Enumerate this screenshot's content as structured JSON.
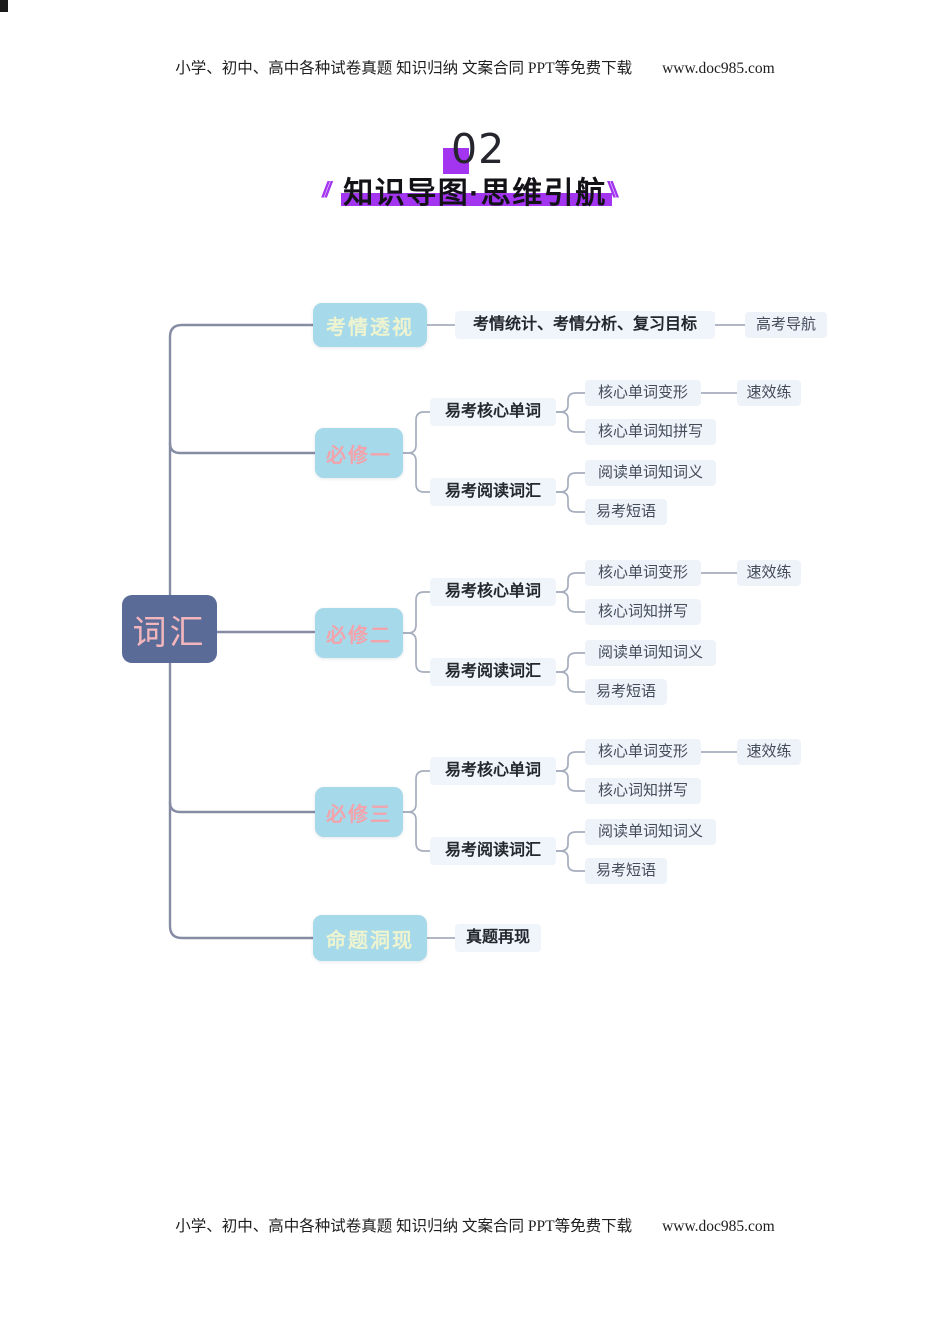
{
  "header": {
    "text": "小学、初中、高中各种试卷真题  知识归纳  文案合同  PPT等免费下载",
    "url": "www.doc985.com"
  },
  "footer": {
    "text": "小学、初中、高中各种试卷真题  知识归纳  文案合同  PPT等免费下载",
    "url": "www.doc985.com"
  },
  "section": {
    "number": "02",
    "title": "知识导图·思维引航",
    "accent_color": "#a335f1"
  },
  "mindmap": {
    "root": {
      "label": "词汇",
      "bg_color": "#5b6b97",
      "text_color": "#f3b6bd"
    },
    "branch_bg_color": "#a6d9e9",
    "main_line_color": "#858ca4",
    "sub_line_color": "#a6adbd",
    "exam_branch": {
      "label": "考情透视",
      "child": "考情统计、考情分析、复习目标",
      "grandchild": "高考导航"
    },
    "modules": [
      {
        "label": "必修一",
        "core": "易考核心单词",
        "core_children": [
          "核心单词变形",
          "核心单词知拼写"
        ],
        "core_leaf": "速效练",
        "read": "易考阅读词汇",
        "read_children": [
          "阅读单词知词义",
          "易考短语"
        ]
      },
      {
        "label": "必修二",
        "core": "易考核心单词",
        "core_children": [
          "核心单词变形",
          "核心词知拼写"
        ],
        "core_leaf": "速效练",
        "read": "易考阅读词汇",
        "read_children": [
          "阅读单词知词义",
          "易考短语"
        ]
      },
      {
        "label": "必修三",
        "core": "易考核心单词",
        "core_children": [
          "核心单词变形",
          "核心词知拼写"
        ],
        "core_leaf": "速效练",
        "read": "易考阅读词汇",
        "read_children": [
          "阅读单词知词义",
          "易考短语"
        ]
      }
    ],
    "proposition_branch": {
      "label": "命题洞现",
      "child": "真题再现"
    }
  }
}
